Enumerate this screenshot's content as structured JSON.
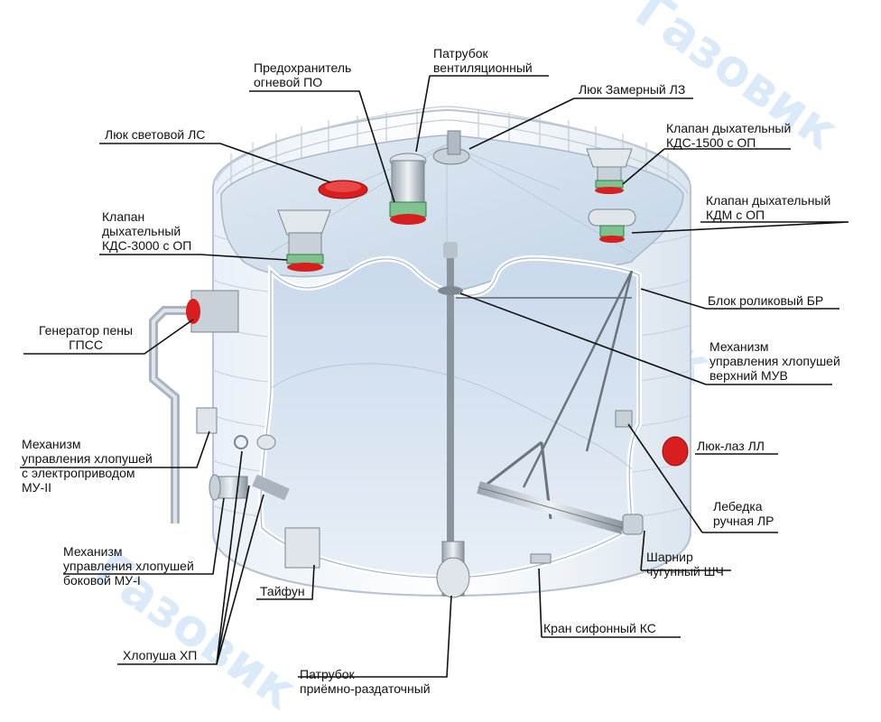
{
  "watermark": {
    "text": "Газовик",
    "color": "#7fb3e6"
  },
  "colors": {
    "leader": "#111111",
    "tank_outline": "#b8c4d0",
    "liquid": "#d6e4f3",
    "accent_red": "#d81e1e",
    "accent_green": "#3a9a55"
  },
  "labels": {
    "pipe_vent": [
      "Патрубок",
      "вентиляционный"
    ],
    "fire_arrester": [
      "Предохранитель",
      "огневой ПО"
    ],
    "measure_hatch": "Люк Замерный ЛЗ",
    "light_hatch": "Люк световой ЛС",
    "valve_kds1500": [
      "Клапан дыхательный",
      "КДС-1500 с ОП"
    ],
    "valve_kdm": [
      "Клапан дыхательный",
      "КДМ с ОП"
    ],
    "valve_kds3000": [
      "Клапан",
      "дыхательный",
      "КДС-3000 с ОП"
    ],
    "roller_block": "Блок роликовый БР",
    "foam_generator": [
      "Генератор пены",
      "ГПСС"
    ],
    "upper_mechanism": [
      "Механизм",
      "управления хлопушей",
      "верхний МУВ"
    ],
    "manhole": "Люк-лаз ЛЛ",
    "electric_mechanism": [
      "Механизм",
      "управления хлопушей",
      "с электроприводом",
      "МУ-II"
    ],
    "winch": [
      "Лебедка",
      "ручная ЛР"
    ],
    "side_mechanism": [
      "Механизм",
      "управления хлопушей",
      "боковой МУ-I"
    ],
    "hinge": [
      "Шарнир",
      "чугунный ШЧ"
    ],
    "typhoon": "Тайфун",
    "siphon_valve": "Кран сифонный КС",
    "flapper": "Хлопуша ХП",
    "intake_pipe": [
      "Патрубок",
      "приёмно-раздаточный"
    ]
  }
}
